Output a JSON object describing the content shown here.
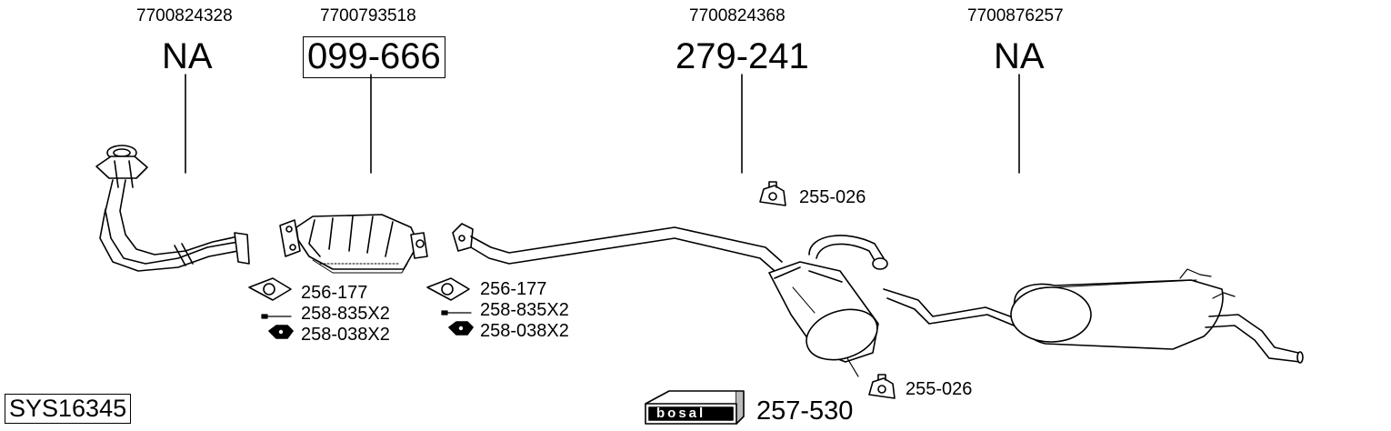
{
  "parts": [
    {
      "oe_number": "7700824328",
      "part_number": "NA",
      "boxed": false
    },
    {
      "oe_number": "7700793518",
      "part_number": "099-666",
      "boxed": true
    },
    {
      "oe_number": "7700824368",
      "part_number": "279-241",
      "boxed": false
    },
    {
      "oe_number": "7700876257",
      "part_number": "NA",
      "boxed": false
    }
  ],
  "accessories": {
    "gasket_1": "256-177",
    "bolt_1": "258-835X2",
    "nut_1": "258-038X2",
    "gasket_2": "256-177",
    "bolt_2": "258-835X2",
    "nut_2": "258-038X2",
    "hanger_top": "255-026",
    "hanger_bottom": "255-026"
  },
  "kit": {
    "logo_text": "bosal",
    "number": "257-530"
  },
  "system_id": "SYS16345",
  "colors": {
    "line": "#000000",
    "part_fill": "#ffffff",
    "shade": "#cfcfcf"
  }
}
